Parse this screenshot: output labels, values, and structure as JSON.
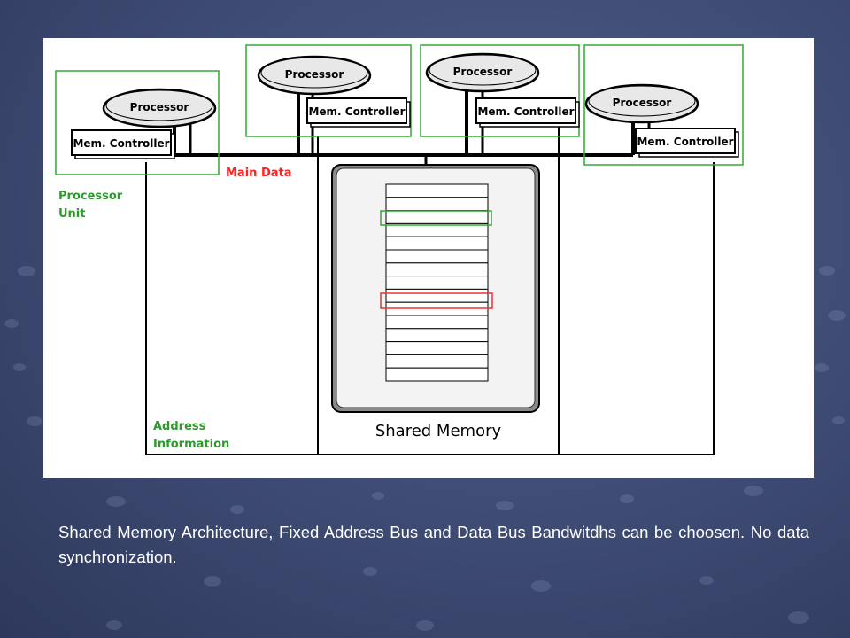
{
  "diagram": {
    "processor_label": "Processor",
    "mem_controller_label": "Mem. Controller",
    "main_data_label": "Main Data",
    "processor_unit_label_line1": "Processor",
    "processor_unit_label_line2": "Unit",
    "address_info_label_line1": "Address",
    "address_info_label_line2": "Information",
    "shared_memory_label": "Shared Memory",
    "colors": {
      "unit_box": "#33aa33",
      "main_data_text": "#ff2222",
      "label_green": "#2e9a2e",
      "highlight_green": "#33aa33",
      "highlight_red": "#ee3333",
      "processor_fill": "#e8e8e8",
      "memory_fill": "#f3f3f3"
    }
  },
  "caption": "Shared Memory Architecture, Fixed Address Bus and Data Bus Bandwitdhs can be choosen. No data synchronization."
}
